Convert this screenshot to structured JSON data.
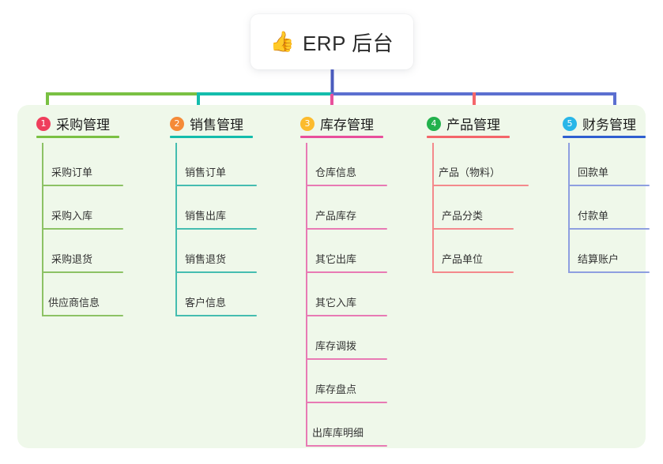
{
  "root": {
    "emoji": "👍",
    "emoji_name": "thumbs-up-emoji",
    "title": "ERP 后台"
  },
  "colors": {
    "panel_bg": "#eff8ea",
    "card_bg": "#ffffff",
    "root_wire": "#4a5bbd",
    "branch1": "#7ac143",
    "branch2": "#14bdac",
    "branch3": "#e8509c",
    "branch4": "#f4666a",
    "branch5": "#5b6fd0",
    "leaf1": "#8cc265",
    "leaf2": "#45bdb0",
    "leaf3": "#e87ab4",
    "leaf4": "#f4898c",
    "leaf5": "#8e9fe0"
  },
  "branches": [
    {
      "number": "1",
      "badge_color": "#ef3e5c",
      "rule_color": "#7ac143",
      "leaf_color": "#8cc265",
      "title": "采购管理",
      "items": [
        "采购订单",
        "采购入库",
        "采购退货",
        "供应商信息"
      ]
    },
    {
      "number": "2",
      "badge_color": "#f58a38",
      "rule_color": "#14bdac",
      "leaf_color": "#45bdb0",
      "title": "销售管理",
      "items": [
        "销售订单",
        "销售出库",
        "销售退货",
        "客户信息"
      ]
    },
    {
      "number": "3",
      "badge_color": "#fcbb2d",
      "rule_color": "#e8509c",
      "leaf_color": "#e87ab4",
      "title": "库存管理",
      "items": [
        "仓库信息",
        "产品库存",
        "其它出库",
        "其它入库",
        "库存调拨",
        "库存盘点",
        "出库库明细"
      ]
    },
    {
      "number": "4",
      "badge_color": "#22b14c",
      "rule_color": "#f4666a",
      "leaf_color": "#f4898c",
      "title": "产品管理",
      "items": [
        "产品（物料）",
        "产品分类",
        "产品单位"
      ]
    },
    {
      "number": "5",
      "badge_color": "#29b6e8",
      "rule_color": "#2f5fd0",
      "leaf_color": "#8e9fe0",
      "title": "财务管理",
      "items": [
        "回款单",
        "付款单",
        "结算账户"
      ]
    }
  ]
}
